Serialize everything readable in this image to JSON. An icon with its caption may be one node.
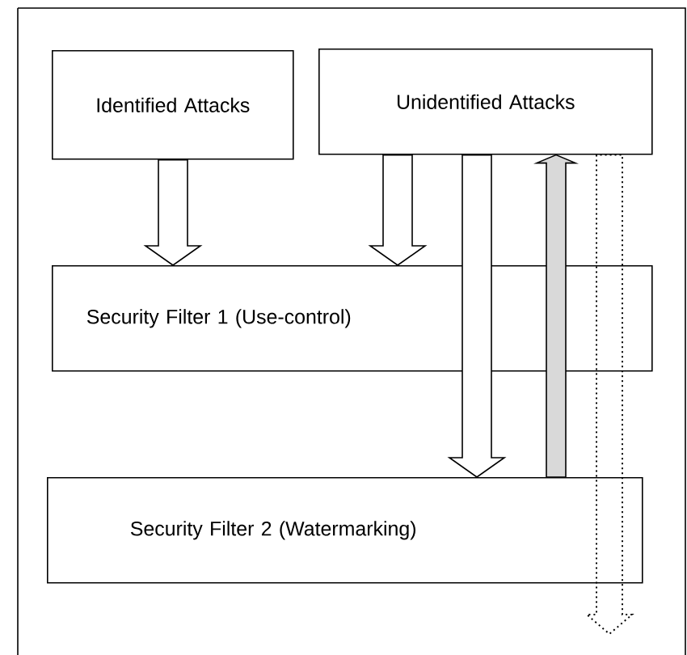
{
  "diagram": {
    "nodes": [
      {
        "text": [
          "Identified Attacks"
        ]
      },
      {
        "text": [
          "Unidentified Attacks"
        ]
      },
      {
        "text": [
          "Security Filter 1 (Use-control)"
        ]
      },
      {
        "text": [
          "Security Filter 2 (Watermarking)"
        ]
      }
    ],
    "edges": [
      {
        "from": 0,
        "to": 2,
        "arrow": "to"
      },
      {
        "from": 1,
        "to": 2,
        "arrow": "to"
      },
      {
        "from": 1,
        "to": 3,
        "arrow": "to"
      },
      {
        "from": 3,
        "to": 1,
        "arrow": "to",
        "color": "#d9d9d9"
      },
      {
        "from": 1,
        "to": null,
        "arrow": "to",
        "style": "dashed"
      }
    ]
  }
}
